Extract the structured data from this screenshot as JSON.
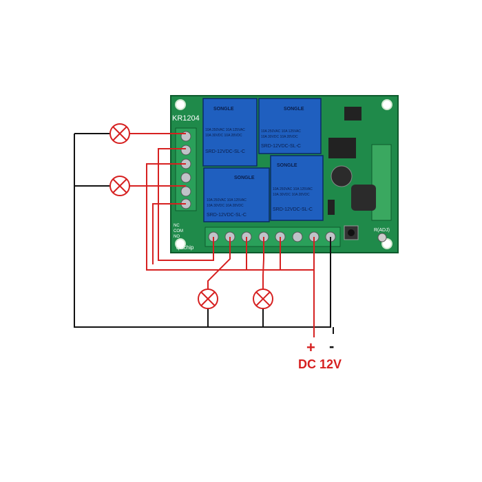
{
  "board": {
    "model_label": "KR1204",
    "brand_label": "qiachip",
    "adj_label": "R(ADJ)",
    "terminal_labels": [
      "NC",
      "COM",
      "NO"
    ],
    "relays": [
      {
        "brand": "SONGLE",
        "ratings_a": "10A 250VAC  10A 125VAC",
        "ratings_b": "10A 30VDC  10A 28VDC",
        "model": "SRD-12VDC-SL-C"
      },
      {
        "brand": "SONGLE",
        "ratings_a": "10A 250VAC  10A 125VAC",
        "ratings_b": "10A 30VDC  10A 28VDC",
        "model": "SRD-12VDC-SL-C"
      },
      {
        "brand": "SONGLE",
        "ratings_a": "10A 250VAC  10A 125VAC",
        "ratings_b": "10A 30VDC  10A 28VDC",
        "model": "SRD-12VDC-SL-C"
      },
      {
        "brand": "SONGLE",
        "ratings_a": "10A 250VAC  10A 125VAC",
        "ratings_b": "10A 30VDC  10A 28VDC",
        "model": "SRD-12VDC-SL-C"
      }
    ]
  },
  "supply": {
    "plus": "+",
    "minus": "-",
    "label": "DC 12V"
  },
  "colors": {
    "pcb": "#1f8a4a",
    "relay": "#1f5fbf",
    "positive_wire": "#d62020",
    "negative_wire": "#111111",
    "lamp": "#d62020"
  },
  "icons": {
    "lamp": "lamp-icon",
    "terminal": "screw-terminal-icon",
    "mounting_hole": "mounting-hole-icon"
  }
}
